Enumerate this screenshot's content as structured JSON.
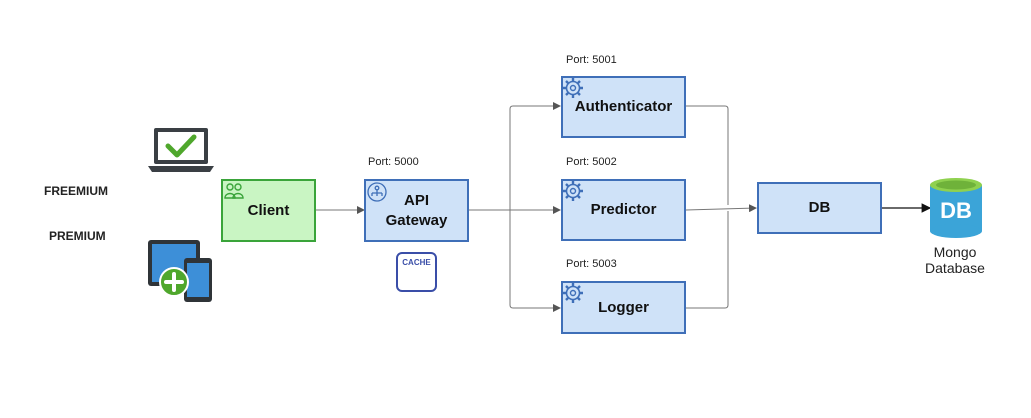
{
  "tiers": {
    "freemium": "FREEMIUM",
    "premium": "PREMIUM"
  },
  "nodes": {
    "client": "Client",
    "gateway_line1": "API",
    "gateway_line2": "Gateway",
    "cache": "CACHE",
    "authenticator": "Authenticator",
    "predictor": "Predictor",
    "logger": "Logger",
    "db": "DB"
  },
  "ports": {
    "gateway": "Port: 5000",
    "authenticator": "Port: 5001",
    "predictor": "Port: 5002",
    "logger": "Port: 5003"
  },
  "mongo": {
    "logo_text": "DB",
    "caption_line1": "Mongo",
    "caption_line2": "Database"
  },
  "icons": {
    "laptop": "laptop-check-icon",
    "tablet": "tablet-add-icon",
    "users": "users-icon",
    "network": "network-icon",
    "gear": "gear-icon",
    "database": "mongodb-icon"
  },
  "colors": {
    "service_fill": "#cfe2f8",
    "service_border": "#3f6fb8",
    "client_fill": "#c9f5c3",
    "client_border": "#3aa43a",
    "mongo_green": "#8fd14f",
    "mongo_blue": "#3ba4d8"
  }
}
